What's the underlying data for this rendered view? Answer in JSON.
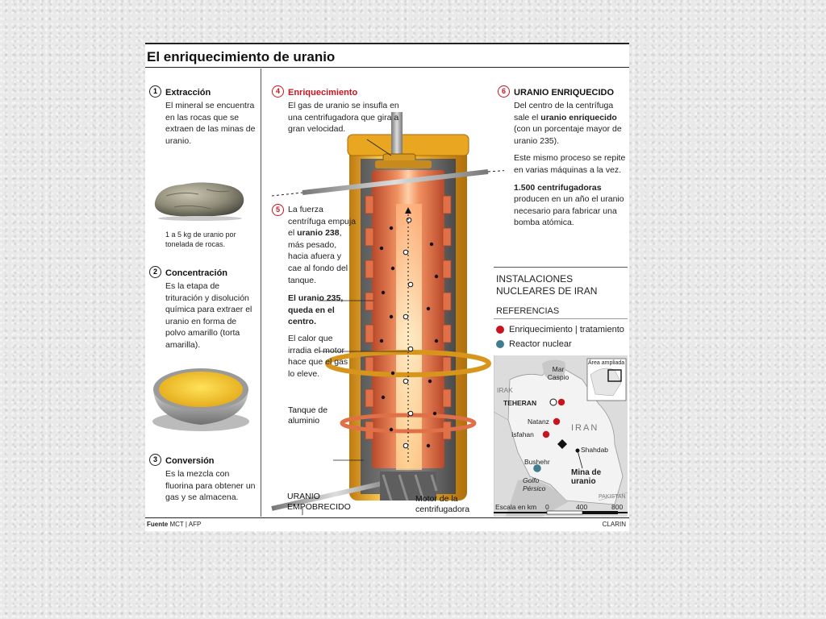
{
  "title": "El enriquecimiento de uranio",
  "sections": {
    "s1": {
      "num": "1",
      "heading": "Extracción",
      "body": "El mineral se encuentra en las rocas que se extraen de las minas de uranio.",
      "caption": "1 a 5 kg de uranio por tonelada de rocas."
    },
    "s2": {
      "num": "2",
      "heading": "Concentración",
      "body": "Es la etapa de trituración y disolución química para extraer el uranio en forma de polvo amarillo (torta amarilla)."
    },
    "s3": {
      "num": "3",
      "heading": "Conversión",
      "body": "Es la mezcla con fluorina para obtener un gas y se almacena."
    },
    "s4": {
      "num": "4",
      "heading": "Enriquecimiento",
      "body": "El gas de uranio se insufla en una centrifugadora que gira a gran velocidad."
    },
    "s5": {
      "num": "5",
      "body_a": "La fuerza centrífuga empuja el ",
      "bold_a": "uranio 238",
      "body_b": ", más pesado, hacia afuera y cae al fondo del tanque.",
      "bold_235": "El uranio 235, queda en el centro.",
      "body_c": "El calor que irradia el motor hace que el gas lo eleve."
    },
    "s6": {
      "num": "6",
      "heading": "URANIO ENRIQUECIDO",
      "body_a": "Del centro de la centrífuga sale el ",
      "bold_a": "uranio enriquecido",
      "body_b": " (con un porcentaje mayor de uranio 235).",
      "body_c": "Este mismo proceso se repite en varias máquinas a la vez.",
      "bold_b": "1.500 centrifugadoras",
      "body_d": " producen en un año el uranio necesario para fabricar una bomba atómica."
    }
  },
  "labels": {
    "tank": "Tanque de aluminio",
    "depleted": "URANIO EMPOBRECIDO",
    "motor": "Motor de la centrifugadora"
  },
  "map": {
    "heading": "INSTALACIONES NUCLEARES DE IRAN",
    "refs_title": "REFERENCIAS",
    "legend": [
      {
        "label": "Enriquecimiento | tratamiento",
        "color": "#c8141e"
      },
      {
        "label": "Reactor nuclear",
        "color": "#3d7d8f"
      }
    ],
    "places": {
      "caspio": "Mar Caspio",
      "teheran": "TEHERAN",
      "natanz": "Natanz",
      "isfahan": "Isfahan",
      "shahdab": "Shahdab",
      "bushehr": "Bushehr",
      "golfo": "Golfo Pérsico",
      "iran": "IRAN",
      "irak": "IRAK",
      "pakistan": "PAKISTAN",
      "mina": "Mina de uranio",
      "area": "Área ampliada"
    },
    "scale_label": "Escala en km",
    "scale_ticks": [
      "0",
      "400",
      "800"
    ]
  },
  "footer": {
    "source_label": "Fuente",
    "source": "MCT | AFP",
    "credit": "CLARIN"
  },
  "colors": {
    "accent": "#c8141e",
    "copper": "#e0784a",
    "gold": "#f0b428"
  }
}
